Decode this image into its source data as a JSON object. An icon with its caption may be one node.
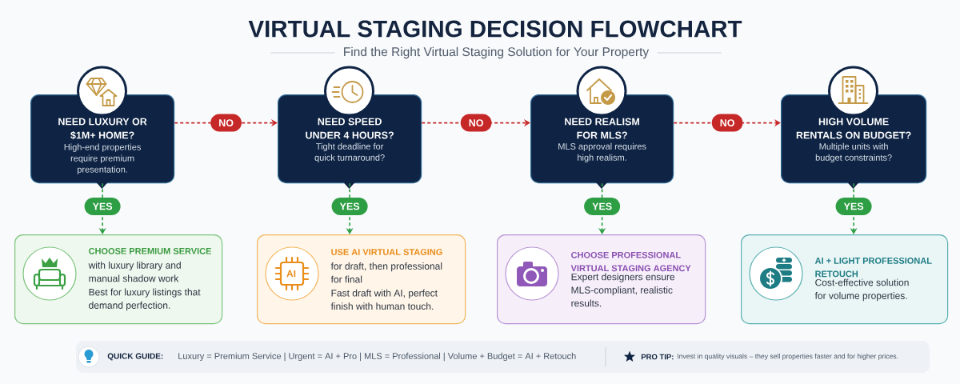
{
  "diagram": {
    "title": "VIRTUAL STAGING DECISION FLOWCHART",
    "nodes": [
      {
        "text": [
          "NEED LUXURY OR $1M+ HOME?",
          "High-end properties require premium presentation."
        ]
      },
      {
        "text": [
          "NEED SPEED UNDER 4 HOURS?",
          "Tight deadline for quick turnaround?"
        ]
      },
      {
        "text": [
          "NEED REALISM FOR MLS?",
          "MLS approval requires high realism."
        ]
      },
      {
        "text": [
          "HIGH VOLUME RENTALS ON BUDGET?",
          "Multiple units with budget constraints?"
        ]
      },
      {
        "text": [
          "CHOOSE PREMIUM SERVICE",
          "with luxury library and manual shadow work",
          "Best for luxury listings that demand perfection."
        ]
      },
      {
        "text": [
          "USE AI VIRTUAL STAGING",
          "for draft, then professional for final",
          "Fast draft with AI, perfect finish with human touch."
        ]
      },
      {
        "text": [
          "CHOOSE PROFESSIONAL VIRTUAL STAGING AGENCY",
          "Expert designers ensure MLS-compliant, realistic results."
        ]
      },
      {
        "text": [
          "AI + LIGHT PROFESSIONAL RETOUCH",
          "Cost-effective solution for volume properties."
        ]
      }
    ],
    "edges": [
      {
        "from": 0,
        "to": 1,
        "arrow": "to",
        "label": "NO",
        "style": "dashed",
        "color": "#c62828"
      },
      {
        "from": 1,
        "to": 2,
        "arrow": "to",
        "label": "NO",
        "style": "dashed",
        "color": "#c62828"
      },
      {
        "from": 2,
        "to": 3,
        "arrow": "to",
        "label": "NO",
        "style": "dashed",
        "color": "#c62828"
      },
      {
        "from": 0,
        "to": 4,
        "arrow": "to",
        "label": "YES",
        "style": "dashed"
      },
      {
        "from": 1,
        "to": 5,
        "arrow": "to",
        "label": "YES",
        "style": "dashed"
      },
      {
        "from": 2,
        "to": 6,
        "arrow": "to",
        "label": "YES",
        "style": "dashed"
      },
      {
        "from": 3,
        "to": 7,
        "arrow": "to",
        "label": "YES",
        "style": "dashed"
      }
    ],
    "labels": [
      "Find the Right Virtual Staging Solution for Your Property",
      "AI",
      "QUICK GUIDE:",
      "Luxury = Premium Service | Urgent = AI + Pro | MLS = Professional | Volume + Budget = AI + Retouch",
      "PRO TIP:",
      "Invest in quality visuals – they sell properties faster and for higher prices."
    ]
  }
}
